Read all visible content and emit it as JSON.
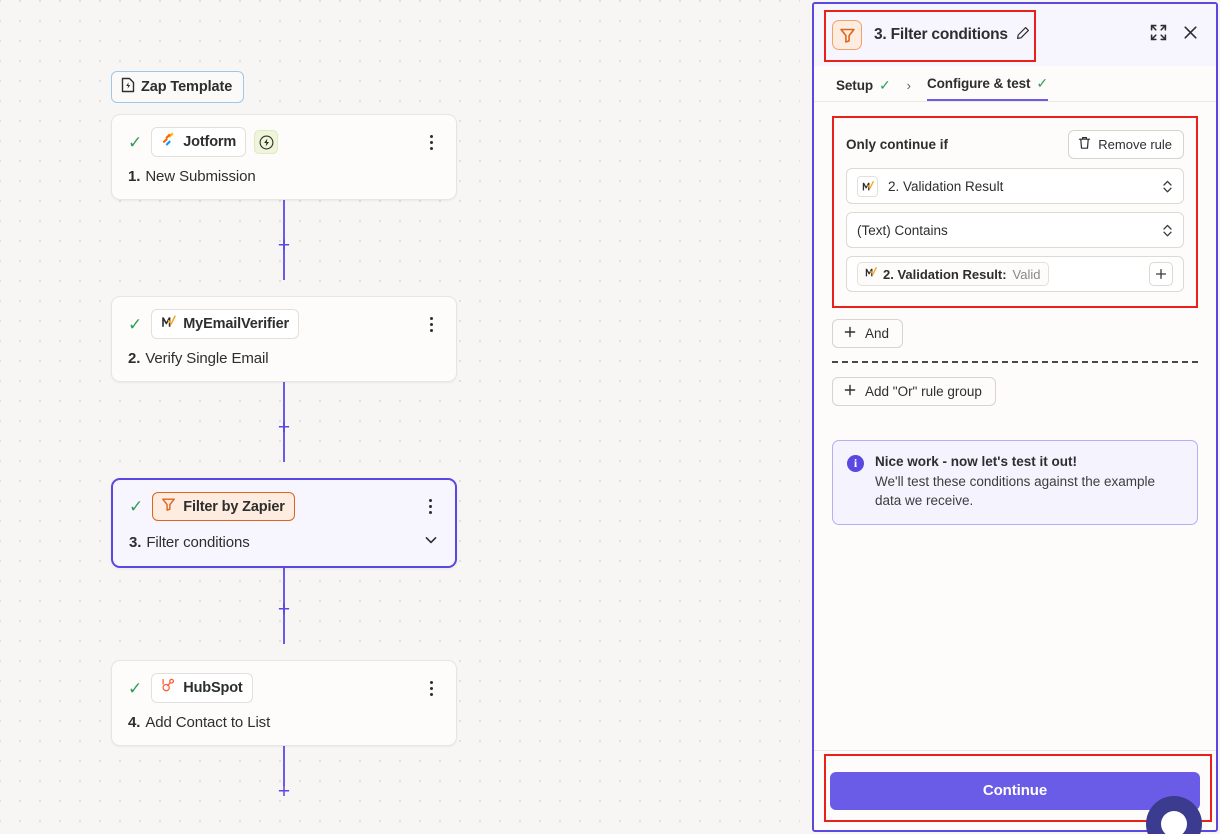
{
  "canvas": {
    "template_badge": {
      "label": "Zap Template",
      "icon": "file-lightning-icon"
    },
    "nodes": [
      {
        "check": "✓",
        "app": "Jotform",
        "app_icon": "jotform-icon",
        "has_bolt": true,
        "bolt_icon": "lightning-bolt-icon",
        "number": "1.",
        "title": "New Submission",
        "selected": false,
        "has_chevron": false
      },
      {
        "check": "✓",
        "app": "MyEmailVerifier",
        "app_icon": "myemailverifier-icon",
        "has_bolt": false,
        "number": "2.",
        "title": "Verify Single Email",
        "selected": false,
        "has_chevron": false
      },
      {
        "check": "✓",
        "app": "Filter by Zapier",
        "app_icon": "filter-funnel-icon",
        "has_bolt": false,
        "number": "3.",
        "title": "Filter conditions",
        "selected": true,
        "has_chevron": true
      },
      {
        "check": "✓",
        "app": "HubSpot",
        "app_icon": "hubspot-icon",
        "has_bolt": false,
        "number": "4.",
        "title": "Add Contact to List",
        "selected": false,
        "has_chevron": false
      }
    ],
    "add_step_label": "+"
  },
  "panel": {
    "header": {
      "icon": "filter-funnel-icon",
      "title": "3. Filter conditions",
      "edit_icon": "pencil-icon",
      "expand_icon": "expand-icon",
      "close_icon": "close-icon"
    },
    "tabs": [
      {
        "label": "Setup",
        "check": "✓",
        "active": false
      },
      {
        "label": "Configure & test",
        "check": "✓",
        "active": true
      }
    ],
    "tab_separator": "›",
    "rule_group": {
      "heading": "Only continue if",
      "remove_label": "Remove rule",
      "remove_icon": "trash-icon",
      "field": {
        "icon": "myemailverifier-icon",
        "value": "2. Validation Result"
      },
      "operator": {
        "value": "(Text) Contains"
      },
      "value_token": {
        "icon": "myemailverifier-icon",
        "label": "2. Validation Result:",
        "value": "Valid",
        "add_icon": "plus-icon"
      }
    },
    "and_button": {
      "label": "And",
      "icon": "plus-icon"
    },
    "or_button": {
      "label": "Add \"Or\" rule group",
      "icon": "plus-icon"
    },
    "info": {
      "icon": "info-icon",
      "title": "Nice work - now let's test it out!",
      "text": "We'll test these conditions against the example data we receive."
    },
    "footer": {
      "continue_label": "Continue"
    }
  },
  "chat_widget": {
    "name": "chat-launcher"
  },
  "colors": {
    "accent_purple": "#6b5ce7",
    "selected_purple": "#5b48e0",
    "filter_orange": "#e0631b",
    "check_green": "#2e9e5b",
    "annotation_red": "#e8211a",
    "canvas_bg": "#f7f6f4"
  }
}
